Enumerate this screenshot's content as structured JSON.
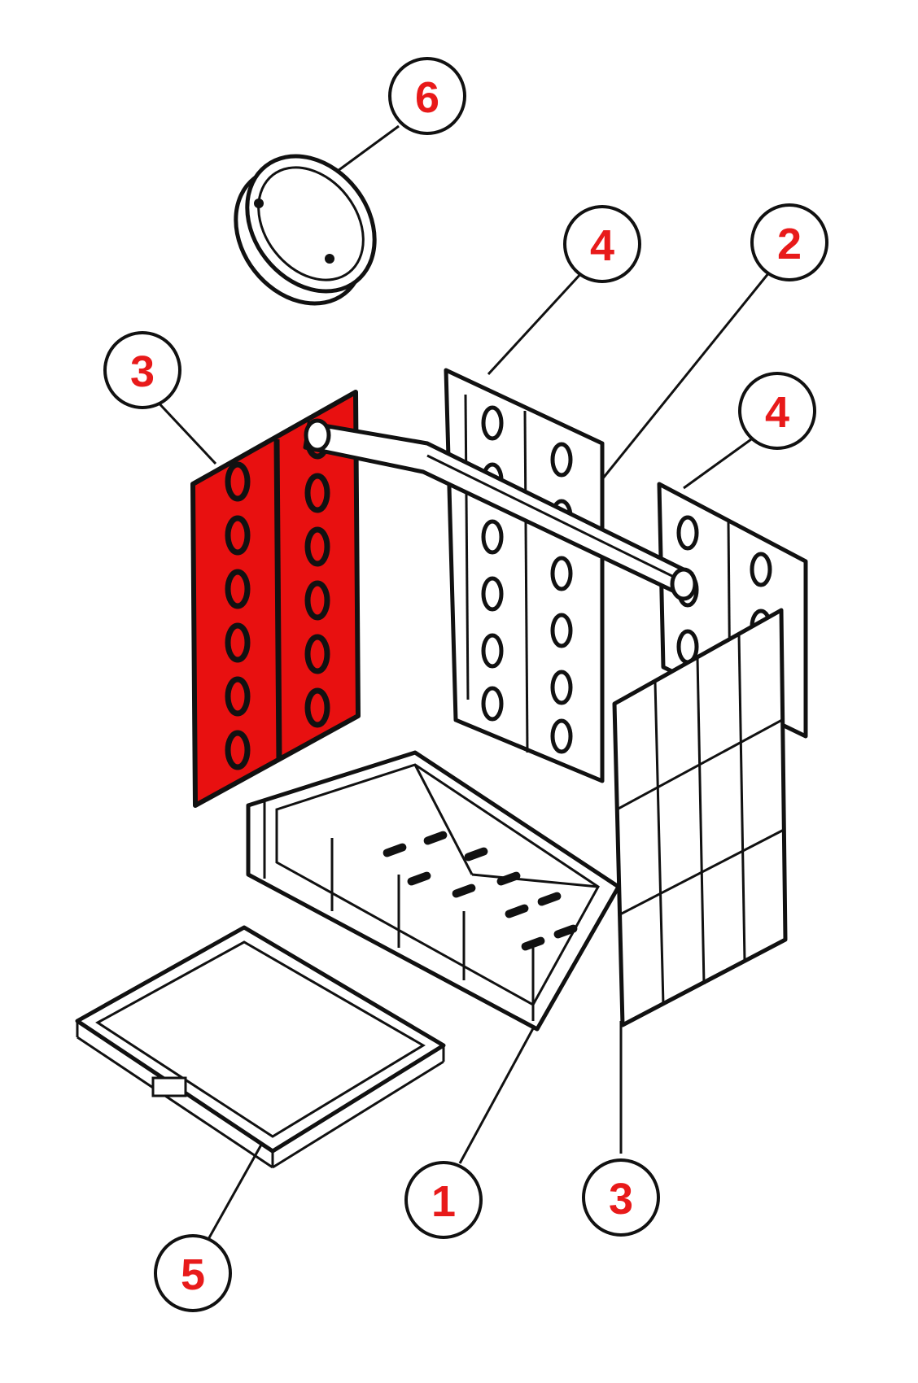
{
  "diagram": {
    "highlight_color": "#e81010",
    "callout_text_color": "#e81a1a",
    "line_color": "#111111",
    "callouts": [
      {
        "id": "callout-6",
        "number": "6"
      },
      {
        "id": "callout-4-back",
        "number": "4"
      },
      {
        "id": "callout-2",
        "number": "2"
      },
      {
        "id": "callout-3-left",
        "number": "3"
      },
      {
        "id": "callout-4-right",
        "number": "4"
      },
      {
        "id": "callout-1",
        "number": "1"
      },
      {
        "id": "callout-3-right",
        "number": "3"
      },
      {
        "id": "callout-5",
        "number": "5"
      }
    ],
    "parts": [
      {
        "number": "1",
        "icon": "grate-basket"
      },
      {
        "number": "2",
        "icon": "baffle-bar"
      },
      {
        "number": "3",
        "icon": "side-liner-panel",
        "highlighted": true
      },
      {
        "number": "4",
        "icon": "back-liner-panel"
      },
      {
        "number": "5",
        "icon": "ash-pan"
      },
      {
        "number": "6",
        "icon": "flue-collar-ring"
      }
    ]
  }
}
